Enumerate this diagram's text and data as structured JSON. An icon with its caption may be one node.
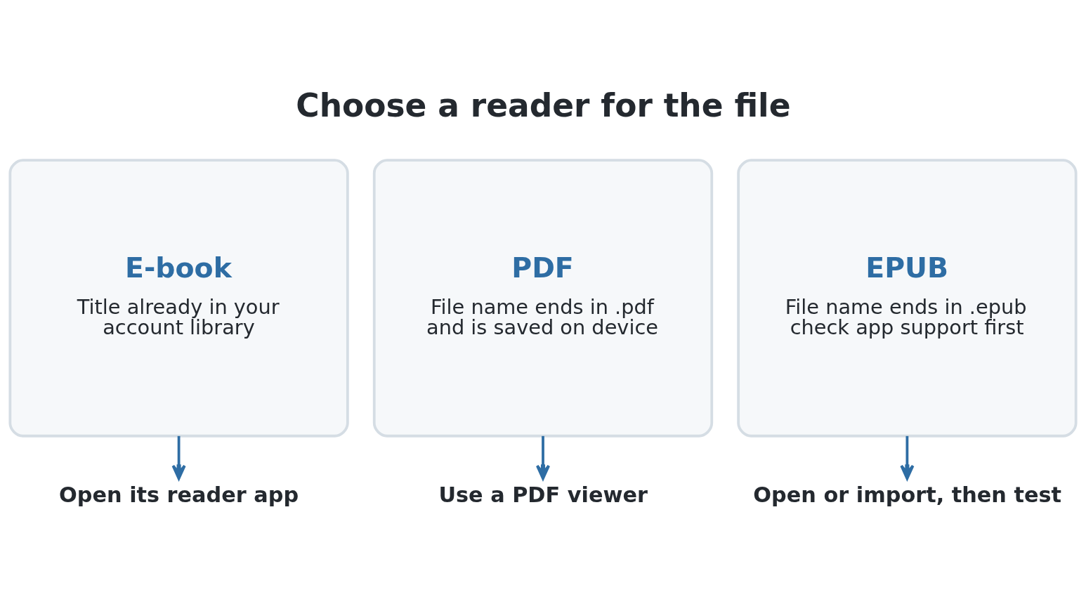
{
  "diagram": {
    "title": "Choose a reader for the file",
    "nodes": [
      {
        "text": [
          "E-book",
          "Title already in your account library"
        ]
      },
      {
        "text": [
          "PDF",
          "File name ends in .pdf and is saved on device"
        ]
      },
      {
        "text": [
          "EPUB",
          "File name ends in .epub check app support first"
        ]
      },
      {
        "text": [
          "Open its reader app"
        ]
      },
      {
        "text": [
          "Use a PDF viewer"
        ]
      },
      {
        "text": [
          "Open or import, then test"
        ]
      }
    ],
    "edges": [
      {
        "from": 0,
        "to": 3,
        "arrow": "to"
      },
      {
        "from": 1,
        "to": 4,
        "arrow": "to"
      },
      {
        "from": 2,
        "to": 5,
        "arrow": "to"
      }
    ]
  }
}
